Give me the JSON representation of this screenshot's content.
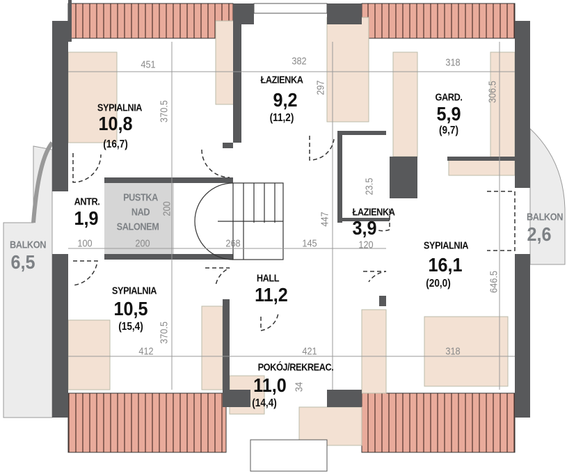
{
  "rooms": {
    "bedroom_nw": {
      "name": "SYPIALNIA",
      "area": "10,8",
      "gross": "(16,7)"
    },
    "bathroom_n": {
      "name": "ŁAZIENKA",
      "area": "9,2",
      "gross": "(11,2)"
    },
    "wardrobe": {
      "name": "GARD.",
      "area": "5,9",
      "gross": "(9,7)"
    },
    "vestibule": {
      "name": "ANTR.",
      "area": "1,9"
    },
    "void": {
      "line1": "PUSTKA",
      "line2": "NAD",
      "line3": "SALONEM"
    },
    "bathroom_e": {
      "name": "ŁAZIENKA",
      "area": "3,9"
    },
    "bedroom_e": {
      "name": "SYPIALNIA",
      "area": "16,1",
      "gross": "(20,0)"
    },
    "hall": {
      "name": "HALL",
      "area": "11,2"
    },
    "bedroom_sw": {
      "name": "SYPIALNIA",
      "area": "10,5",
      "gross": "(15,4)"
    },
    "recreation": {
      "name": "POKÓJ/REKREAC.",
      "area": "11,0",
      "gross": "(14,4)"
    },
    "balcony_w": {
      "name": "BALKON",
      "area": "6,5"
    },
    "balcony_e": {
      "name": "BALKON",
      "area": "2,6"
    }
  },
  "dimensions": {
    "d451": "451",
    "d370a": "370.5",
    "d382": "382",
    "d297": "297",
    "d318a": "318",
    "d306": "306.5",
    "d200v": "200",
    "d100": "100",
    "d200h": "200",
    "d268": "268",
    "d145": "145",
    "d120": "120",
    "d447": "447",
    "d235": "23.5",
    "d646": "646.5",
    "d412": "412",
    "d370b": "370.5",
    "d421": "421",
    "d318b": "318",
    "d34": "34"
  },
  "colors": {
    "wall": "#58595b",
    "roof": "#e9ab9b",
    "furniture": "#f3e1d3",
    "void": "#d6d6d6",
    "balcony": "#ececec"
  }
}
